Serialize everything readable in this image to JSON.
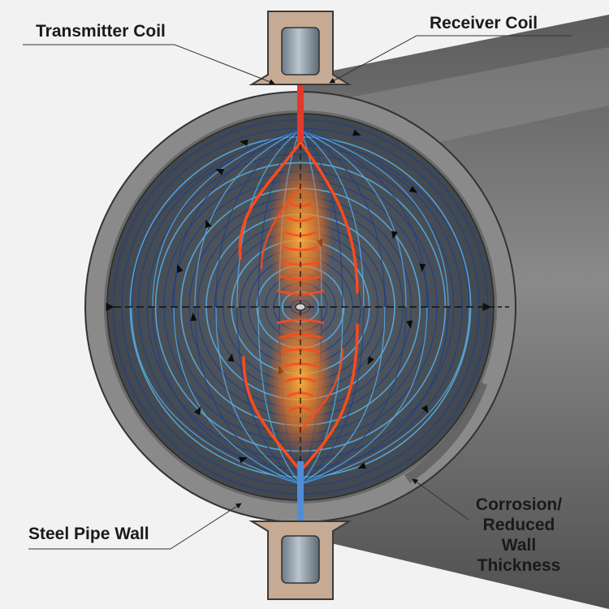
{
  "labels": {
    "transmitter_coil": "Transmitter Coil",
    "receiver_coil": "Receiver Coil",
    "steel_pipe_wall": "Steel Pipe Wall",
    "corrosion": "Corrosion/ Reduced Wall Thickness"
  },
  "colors": {
    "background": "#f2f2f2",
    "pipe_wall": "#7f7f7f",
    "pipe_interior": "#4d535b",
    "field_line_dark": "#1f3f86",
    "field_line_light": "#55b3ef",
    "eddy_current": "#ff4a1a",
    "hot_zone": "#ff8a1e",
    "coil_housing": "#c6aa94",
    "coil_body": "#8b9aa6",
    "leader_line": "#333333"
  }
}
